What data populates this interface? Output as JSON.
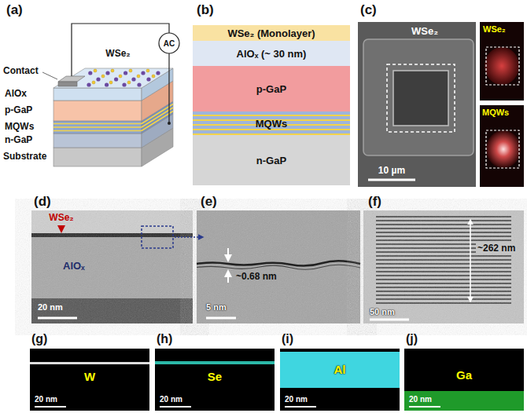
{
  "diagram": {
    "nodes": [
      {
        "text": [
          "WSe₂ (Monolayer)"
        ]
      },
      {
        "text": [
          "AlOₓ (~ 30 nm)"
        ]
      },
      {
        "text": [
          "p-GaP"
        ]
      },
      {
        "text": [
          "MQWs"
        ]
      },
      {
        "text": [
          "n-GaP"
        ]
      }
    ],
    "labels": [
      "(a)",
      "(b)",
      "(c)",
      "Contact",
      "WSe₂",
      "AC",
      "AlOx",
      "p-GaP",
      "MQWs",
      "n-GaP",
      "Substrate",
      "WSe₂",
      "10 µm",
      "WSe₂",
      "MQWs",
      "(d)",
      "(e)",
      "(f)",
      "WSe₂",
      "AlOₓ",
      "20 nm",
      "~0.68 nm",
      "5 nm",
      "~262 nm",
      "50 nm",
      "(g)",
      "(h)",
      "(i)",
      "(j)",
      "W",
      "Se",
      "Al",
      "Ga",
      "20 nm",
      "20 nm",
      "20 nm",
      "20 nm"
    ]
  }
}
